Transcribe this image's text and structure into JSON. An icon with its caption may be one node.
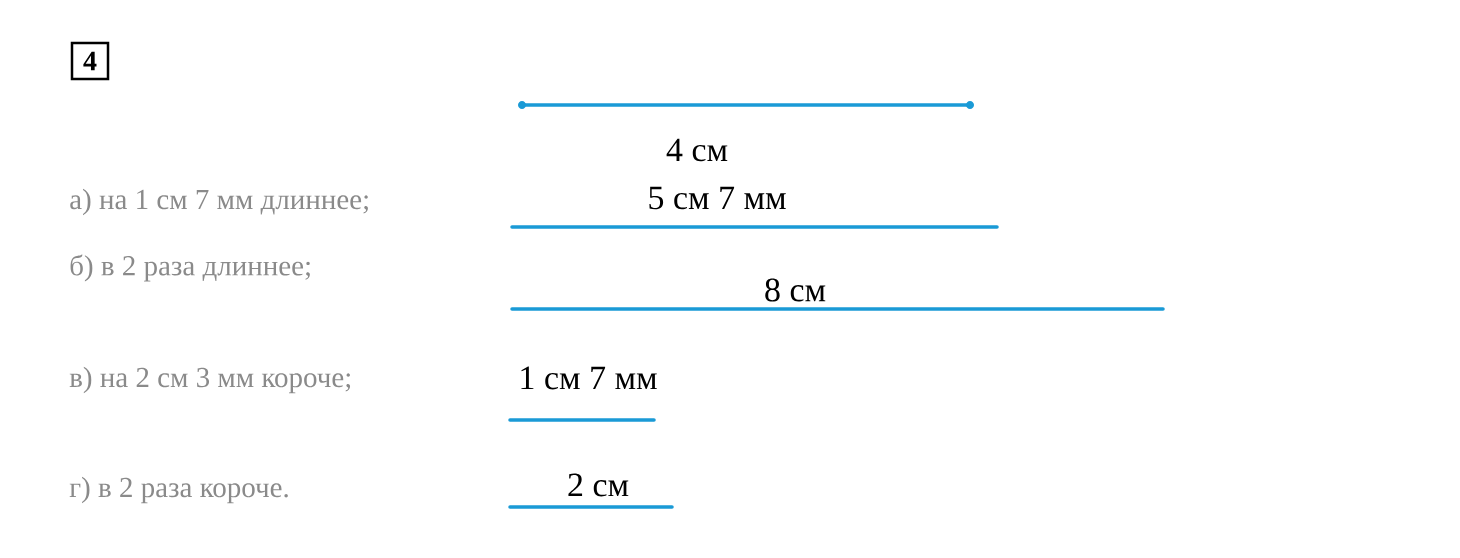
{
  "diagram": {
    "nodes": [
      {
        "text": [
          "4"
        ]
      }
    ],
    "labels": [
      "4 см",
      "а) на 1 см 7 мм длиннее;",
      "5 см 7 мм",
      "б) в 2 раза длиннее;",
      "8 см",
      "в) на 2 см 3 мм короче;",
      "1 см 7 мм",
      "г) в 2 раза короче.",
      "2 см"
    ]
  }
}
